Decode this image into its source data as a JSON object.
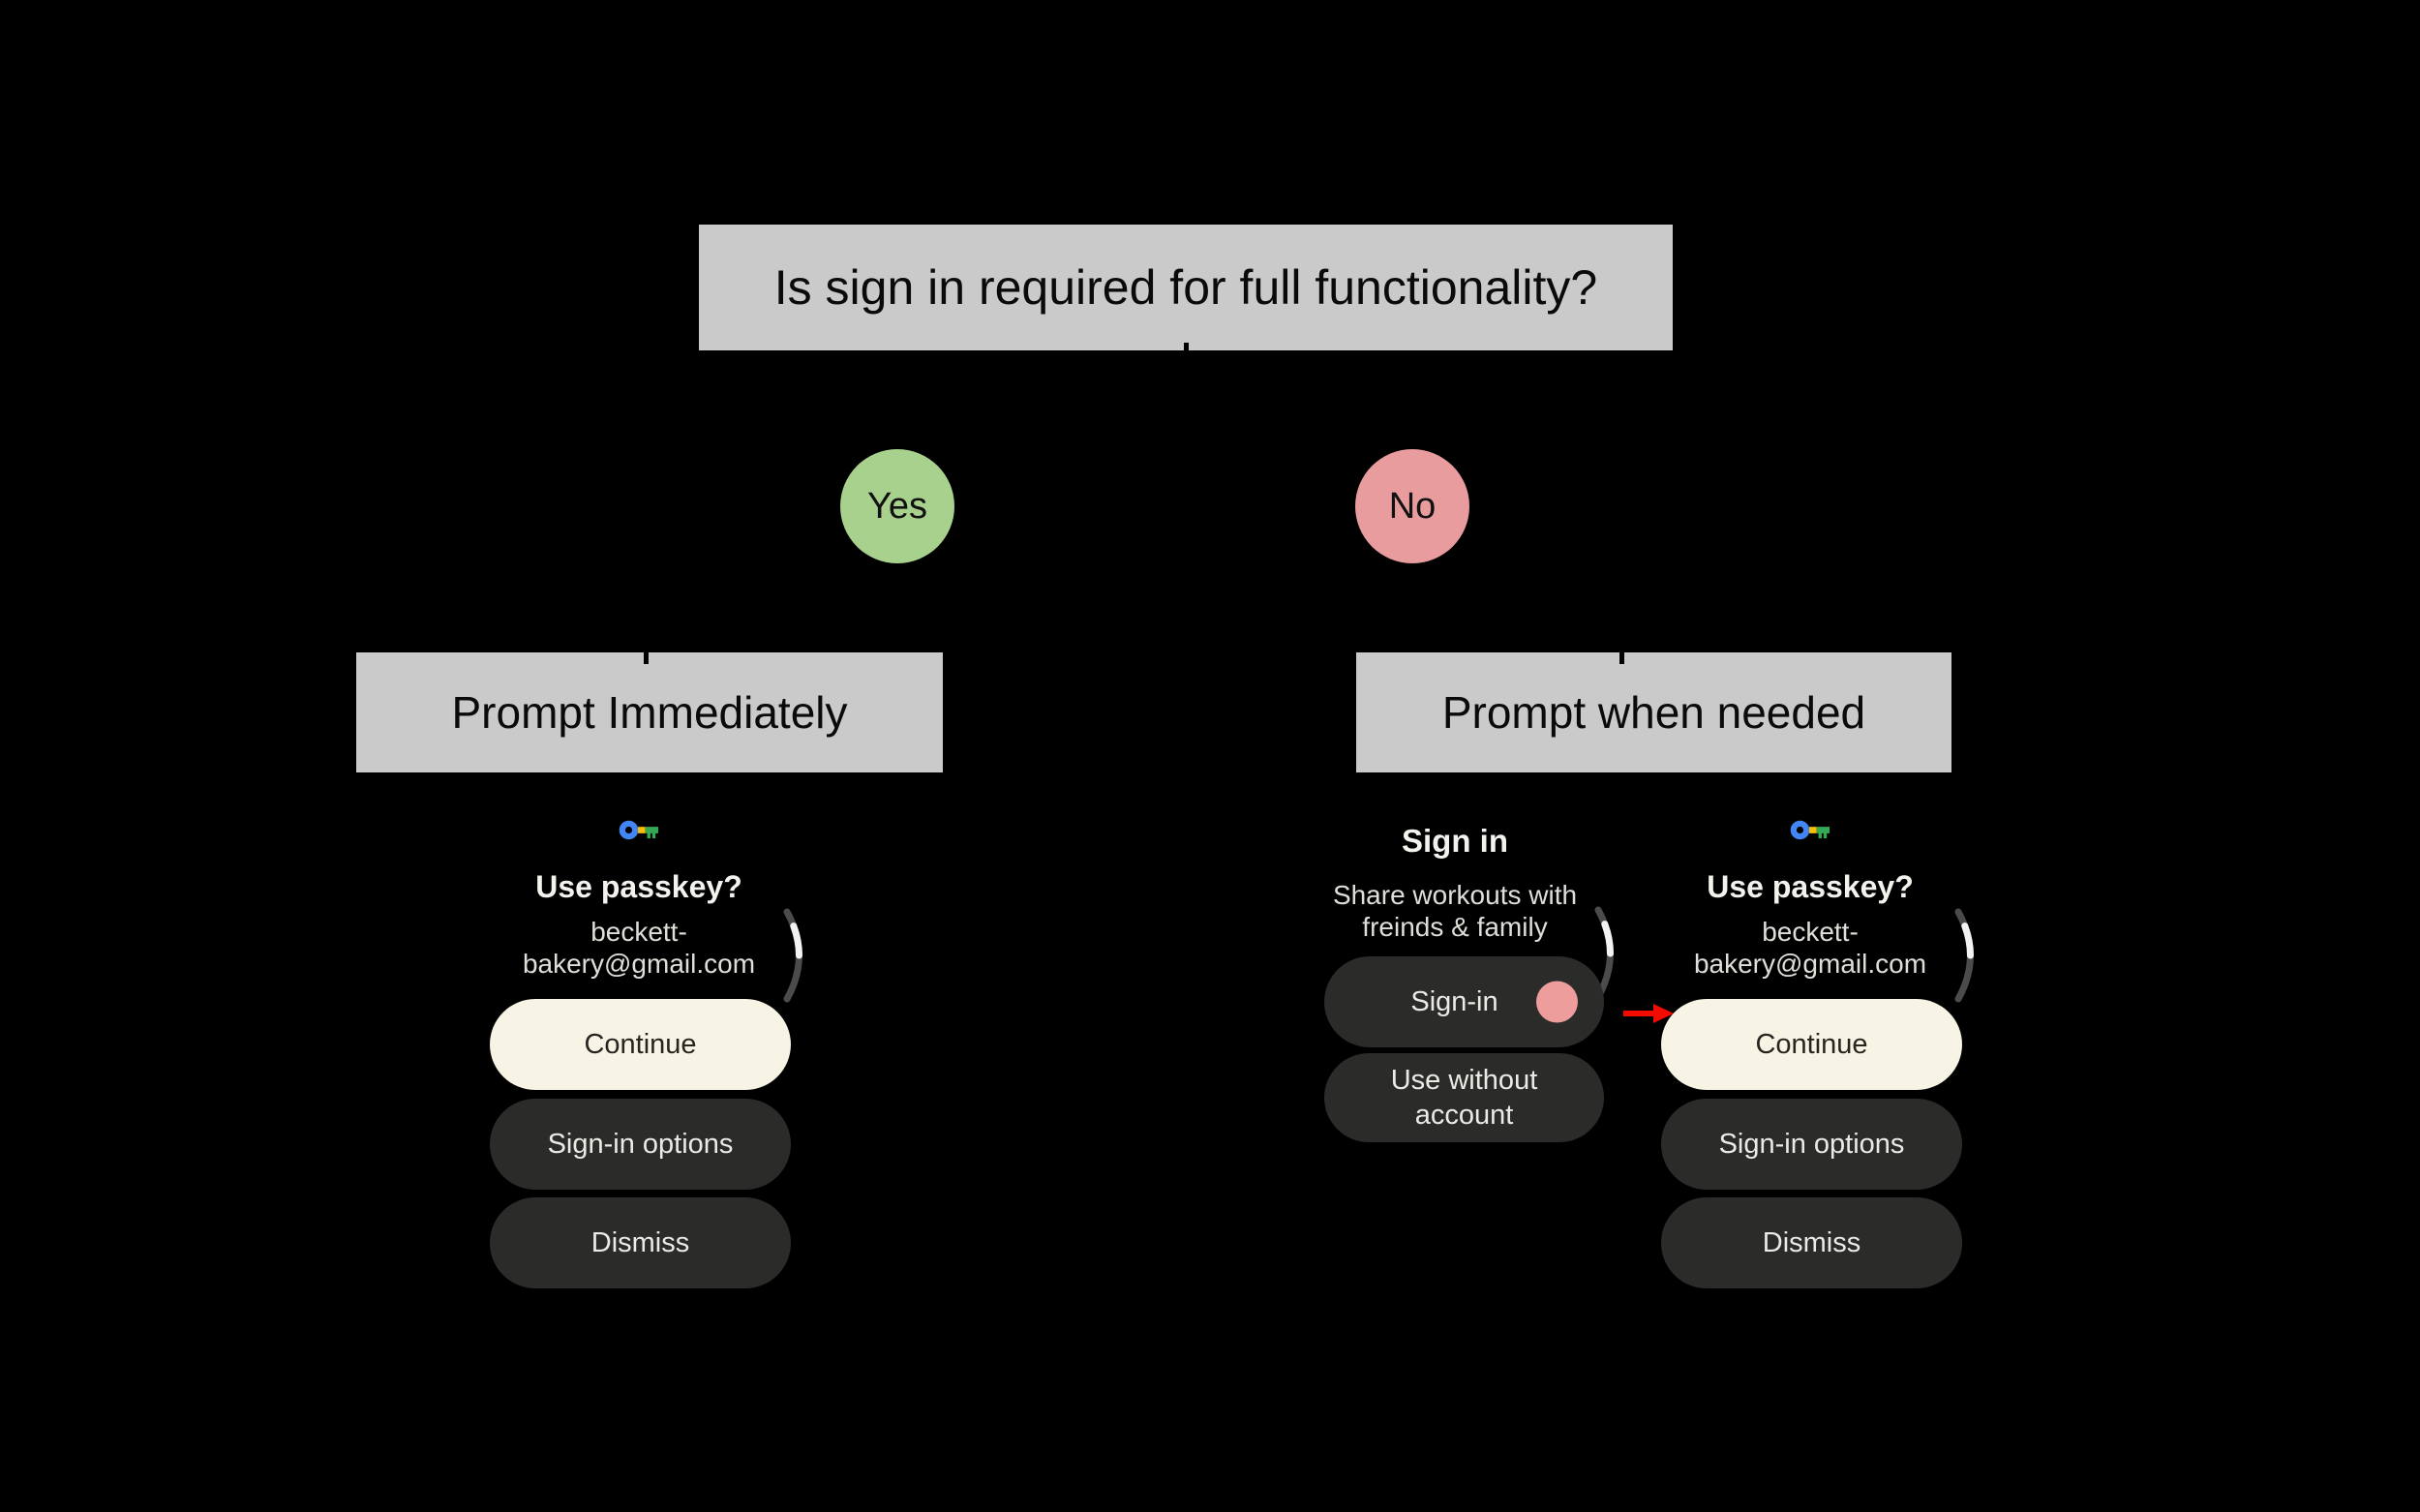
{
  "flowchart": {
    "question": "Is sign in required for full functionality?",
    "yes_label": "Yes",
    "no_label": "No",
    "yes_outcome": "Prompt Immediately",
    "no_outcome": "Prompt when needed"
  },
  "passkey_dialog": {
    "icon": "passkey-key-icon",
    "title": "Use passkey?",
    "email_lines": [
      "beckett-",
      "bakery@gmail.com"
    ],
    "continue_label": "Continue",
    "options_label": "Sign-in options",
    "dismiss_label": "Dismiss"
  },
  "signin_dialog": {
    "title": "Sign in",
    "subtitle_lines": [
      "Share workouts with",
      "freinds & family"
    ],
    "signin_label": "Sign-in",
    "use_without_lines": [
      "Use without",
      "account"
    ],
    "tap_indicator_icon": "pink-tap-circle"
  },
  "annotations": {
    "arrow_icon": "red-arrow-to-continue"
  },
  "colors": {
    "background": "#000000",
    "node_box_gray": "#CACACA",
    "yes_green": "#A9D18E",
    "no_pink": "#E89C9D",
    "tap_circle_pink": "#EC9D9C",
    "primary_button_cream": "#F8F4E5",
    "secondary_button_dark": "#2B2B29",
    "arrow_red": "#F40B00",
    "key_blue": "#4285F4",
    "key_yellow": "#FBBC04",
    "key_green": "#34A853"
  }
}
